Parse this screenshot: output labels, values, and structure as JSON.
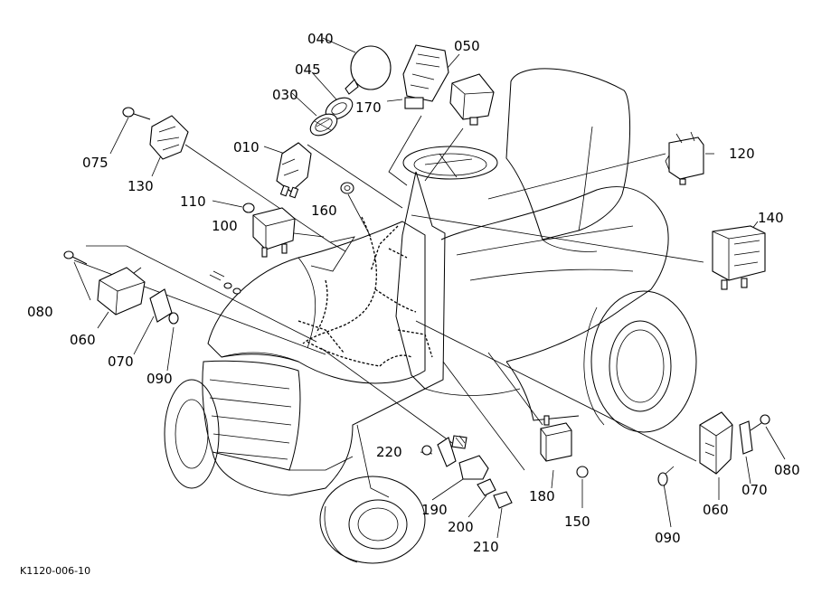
{
  "diagram": {
    "caption": "K1120-006-10",
    "callouts": {
      "p010": "010",
      "p030": "030",
      "p040": "040",
      "p045": "045",
      "p050": "050",
      "p060_left": "060",
      "p060_right": "060",
      "p070_left": "070",
      "p070_right": "070",
      "p075": "075",
      "p080_left": "080",
      "p080_right": "080",
      "p090_left": "090",
      "p090_right": "090",
      "p100": "100",
      "p110": "110",
      "p120": "120",
      "p130": "130",
      "p140": "140",
      "p150": "150",
      "p160": "160",
      "p170": "170",
      "p180": "180",
      "p190": "190",
      "p200": "200",
      "p210": "210",
      "p220": "220"
    }
  }
}
